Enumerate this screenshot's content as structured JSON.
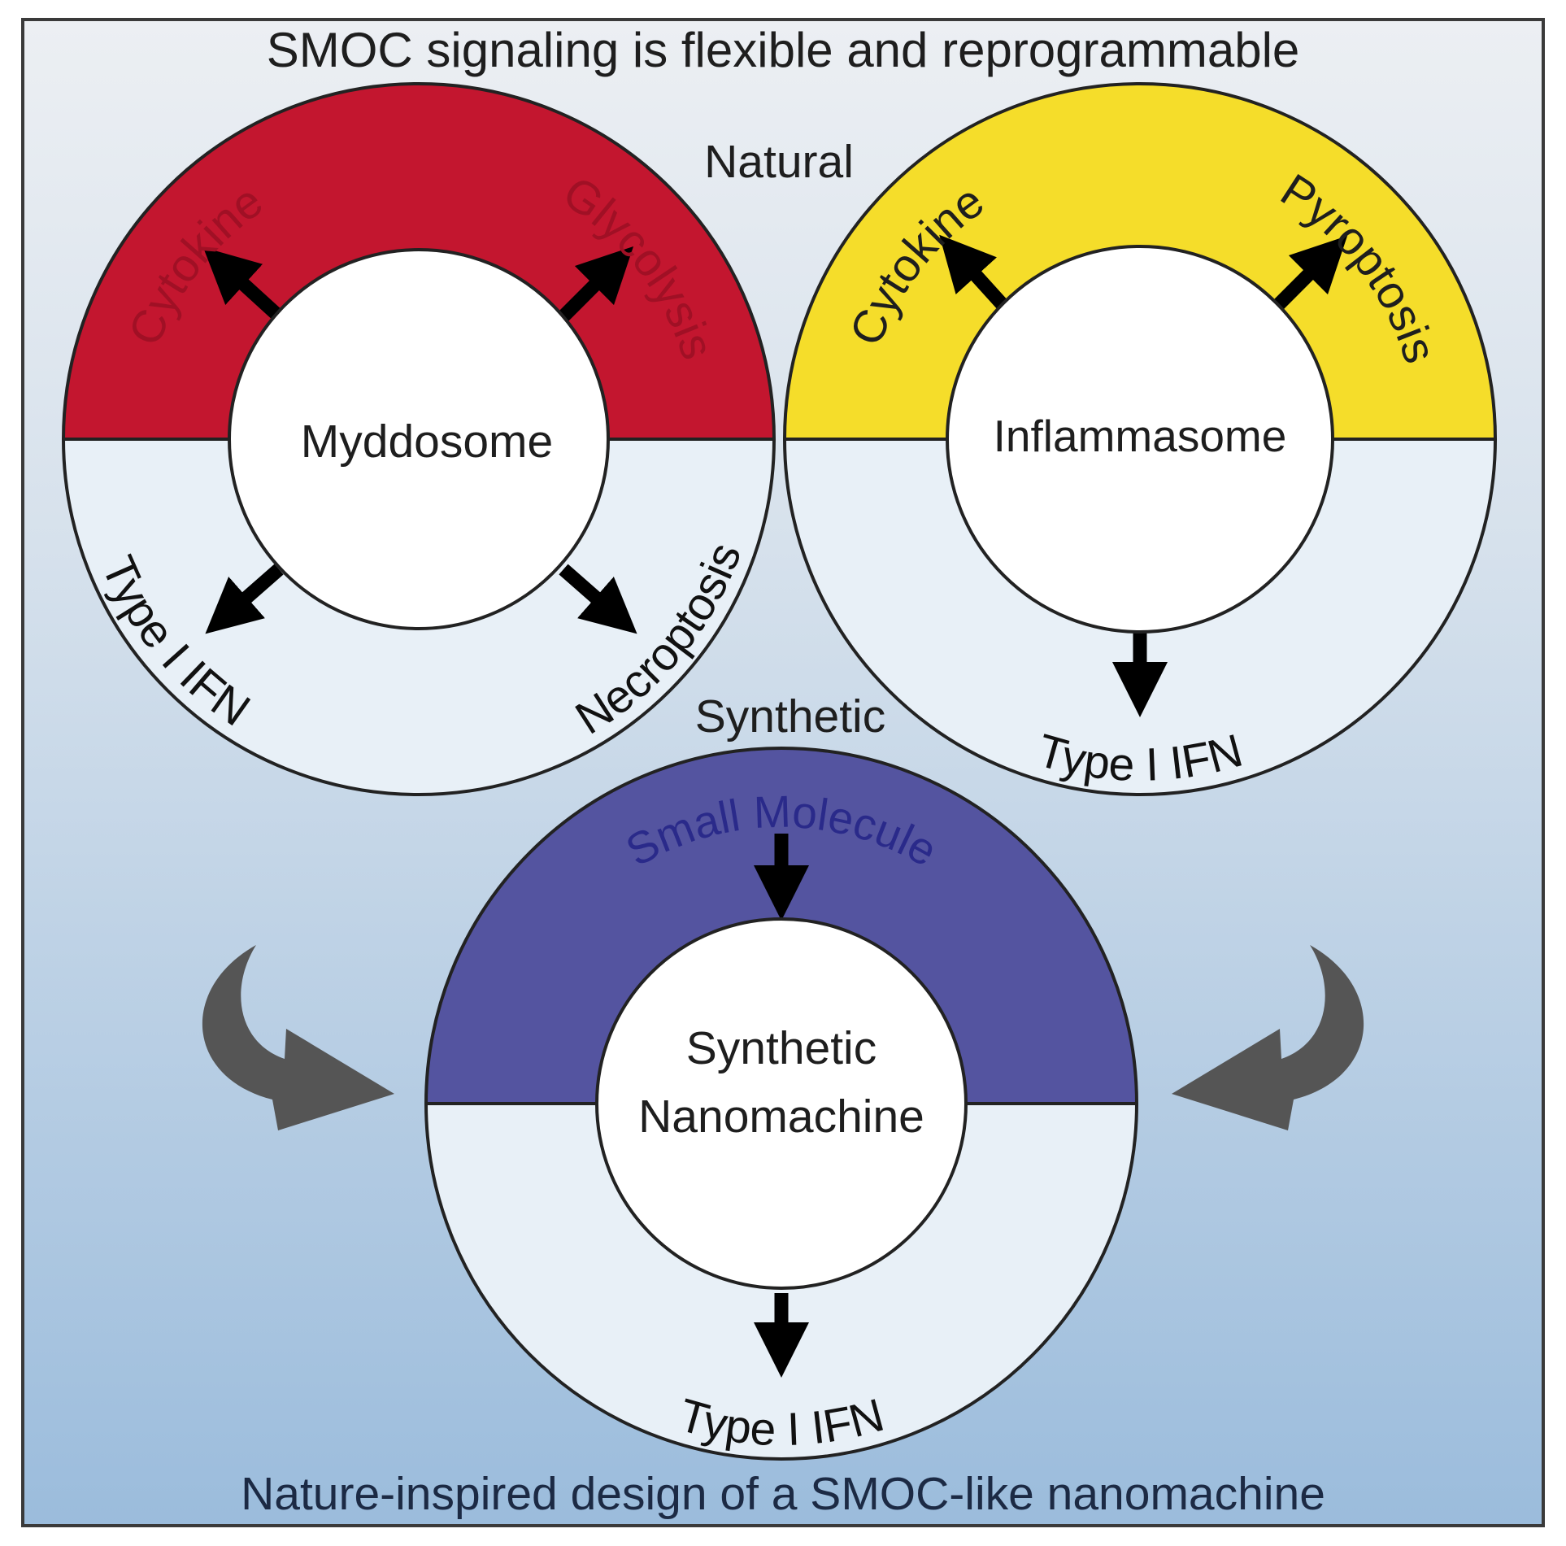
{
  "title": "SMOC signaling is flexible and reprogrammable",
  "footer": "Nature-inspired design of a SMOC-like nanomachine",
  "labels": {
    "natural": "Natural",
    "synthetic": "Synthetic"
  },
  "complexes": {
    "myddosome": {
      "name": "Myddosome",
      "outputs": [
        "Cytokine",
        "Glycolysis",
        "Type I IFN",
        "Necroptosis"
      ]
    },
    "inflammasome": {
      "name": "Inflammasome",
      "outputs": [
        "Cytokine",
        "Pyroptosis",
        "Type I IFN"
      ]
    },
    "nanomachine": {
      "name_line1": "Synthetic",
      "name_line2": "Nanomachine",
      "input": "Small Molecule",
      "output": "Type I IFN"
    }
  },
  "colors": {
    "myddosome_top": "#c3162f",
    "inflammasome_top": "#f5dd2a",
    "nanomachine_top": "#5454a0",
    "ring_bottom": "#e8f0f7",
    "myddosome_text": "#a01025",
    "nanomachine_text": "#2a2a8a",
    "footer_text": "#1c2a44",
    "bg_top": "#eceff3",
    "bg_bottom": "#9bbcdc",
    "curved_arrow": "#555555"
  }
}
